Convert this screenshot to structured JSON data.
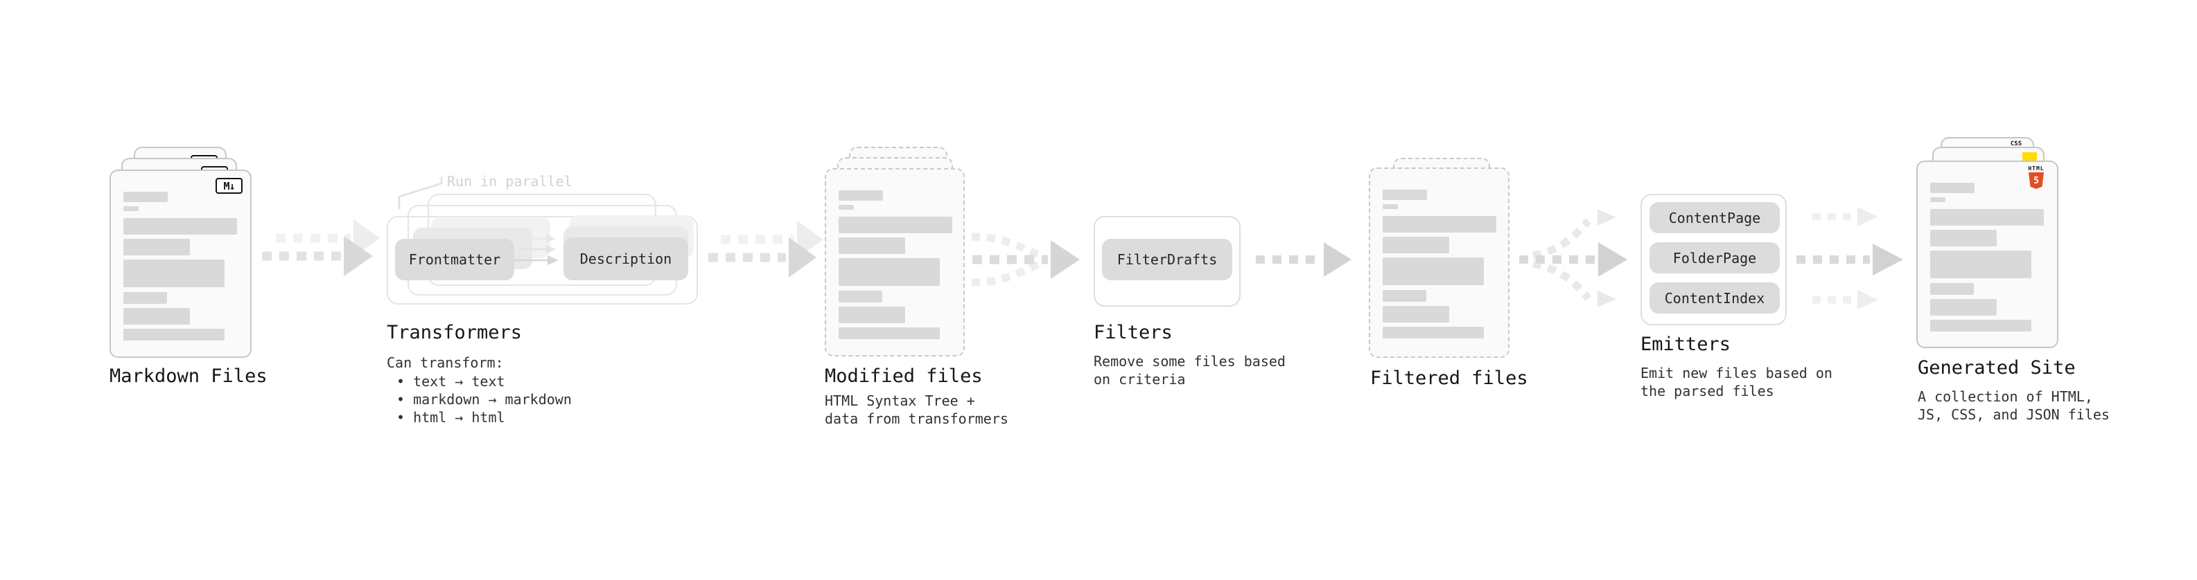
{
  "colors": {
    "accent_orange": "#e44d26",
    "accent_yellow": "#ffdc00",
    "accent_blue": "#2965f1",
    "bar_gray": "#d9d9d9",
    "pill_gray": "#dcdcdc"
  },
  "sections": {
    "markdown": {
      "label": "Markdown Files",
      "badge": "M↓"
    },
    "transformers": {
      "note": "Run in parallel",
      "pill_left": "Frontmatter",
      "pill_right": "Description",
      "label": "Transformers",
      "desc_title": "Can transform:",
      "bullets": [
        "• text → text",
        "• markdown → markdown",
        "• html → html"
      ]
    },
    "modified": {
      "label": "Modified files",
      "desc_line1": "HTML Syntax Tree +",
      "desc_line2": "data from transformers"
    },
    "filters": {
      "pill": "FilterDrafts",
      "label": "Filters",
      "desc_line1": "Remove some files based",
      "desc_line2": "on criteria"
    },
    "filtered": {
      "label": "Filtered files"
    },
    "emitters": {
      "pills": [
        "ContentPage",
        "FolderPage",
        "ContentIndex"
      ],
      "label": "Emitters",
      "desc_line1": "Emit new files based on",
      "desc_line2": "the parsed files"
    },
    "generated": {
      "label": "Generated Site",
      "desc_line1": "A collection of HTML,",
      "desc_line2": "JS, CSS, and JSON files",
      "badge_html": "HTML",
      "badge_html_number": "5",
      "badge_css": "CSS"
    }
  }
}
